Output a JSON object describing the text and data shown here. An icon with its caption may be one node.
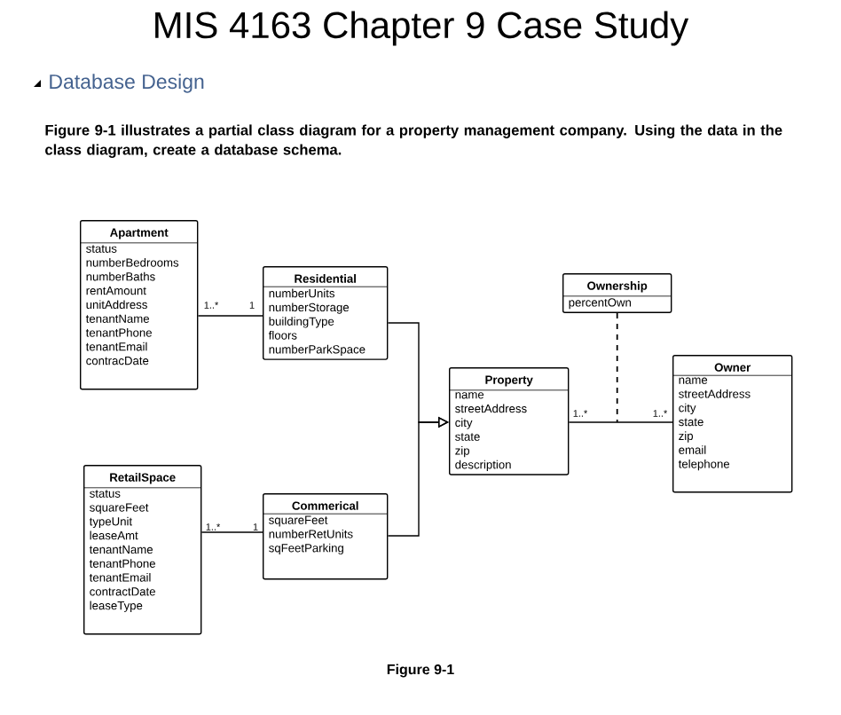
{
  "diagram": {
    "title": "MIS 4163 Chapter 9 Case Study",
    "caption": "Figure 9-1",
    "nodes": [
      {
        "text": [
          "Apartment",
          "status",
          "numberBedrooms",
          "numberBaths",
          "rentAmount",
          "unitAddress",
          "tenantName",
          "tenantPhone",
          "tenantEmail",
          "contracDate"
        ]
      },
      {
        "text": [
          "Residential",
          "numberUnits",
          "numberStorage",
          "buildingType",
          "floors",
          "numberParkSpace"
        ]
      },
      {
        "text": [
          "Ownership",
          "percentOwn"
        ]
      },
      {
        "text": [
          "Property",
          "name",
          "streetAddress",
          "city",
          "state",
          "zip",
          "description"
        ]
      },
      {
        "text": [
          "Owner",
          "name",
          "streetAddress",
          "city",
          "state",
          "zip",
          "email",
          "telephone"
        ]
      },
      {
        "text": [
          "RetailSpace",
          "status",
          "squareFeet",
          "typeUnit",
          "leaseAmt",
          "tenantName",
          "tenantPhone",
          "tenantEmail",
          "contractDate",
          "leaseType"
        ]
      },
      {
        "text": [
          "Commerical",
          "squareFeet",
          "numberRetUnits",
          "sqFeetParking"
        ]
      }
    ],
    "edges": [
      {
        "from": 0,
        "to": 1,
        "arrow": "none"
      },
      {
        "from": 1,
        "to": 3,
        "arrow": "to"
      },
      {
        "from": 6,
        "to": 3,
        "arrow": "to"
      },
      {
        "from": 3,
        "to": 4,
        "arrow": "none"
      },
      {
        "from": 2,
        "to": null,
        "arrow": "none",
        "style": "dashed"
      },
      {
        "from": 5,
        "to": 6,
        "arrow": "none"
      }
    ],
    "labels": [
      "Database Design",
      "Figure 9-1 illustrates a partial class diagram for a property management company. Using the data in the class diagram, create a database schema.",
      "1..*",
      "1",
      "1..*",
      "1..*",
      "1..*",
      "1"
    ]
  }
}
